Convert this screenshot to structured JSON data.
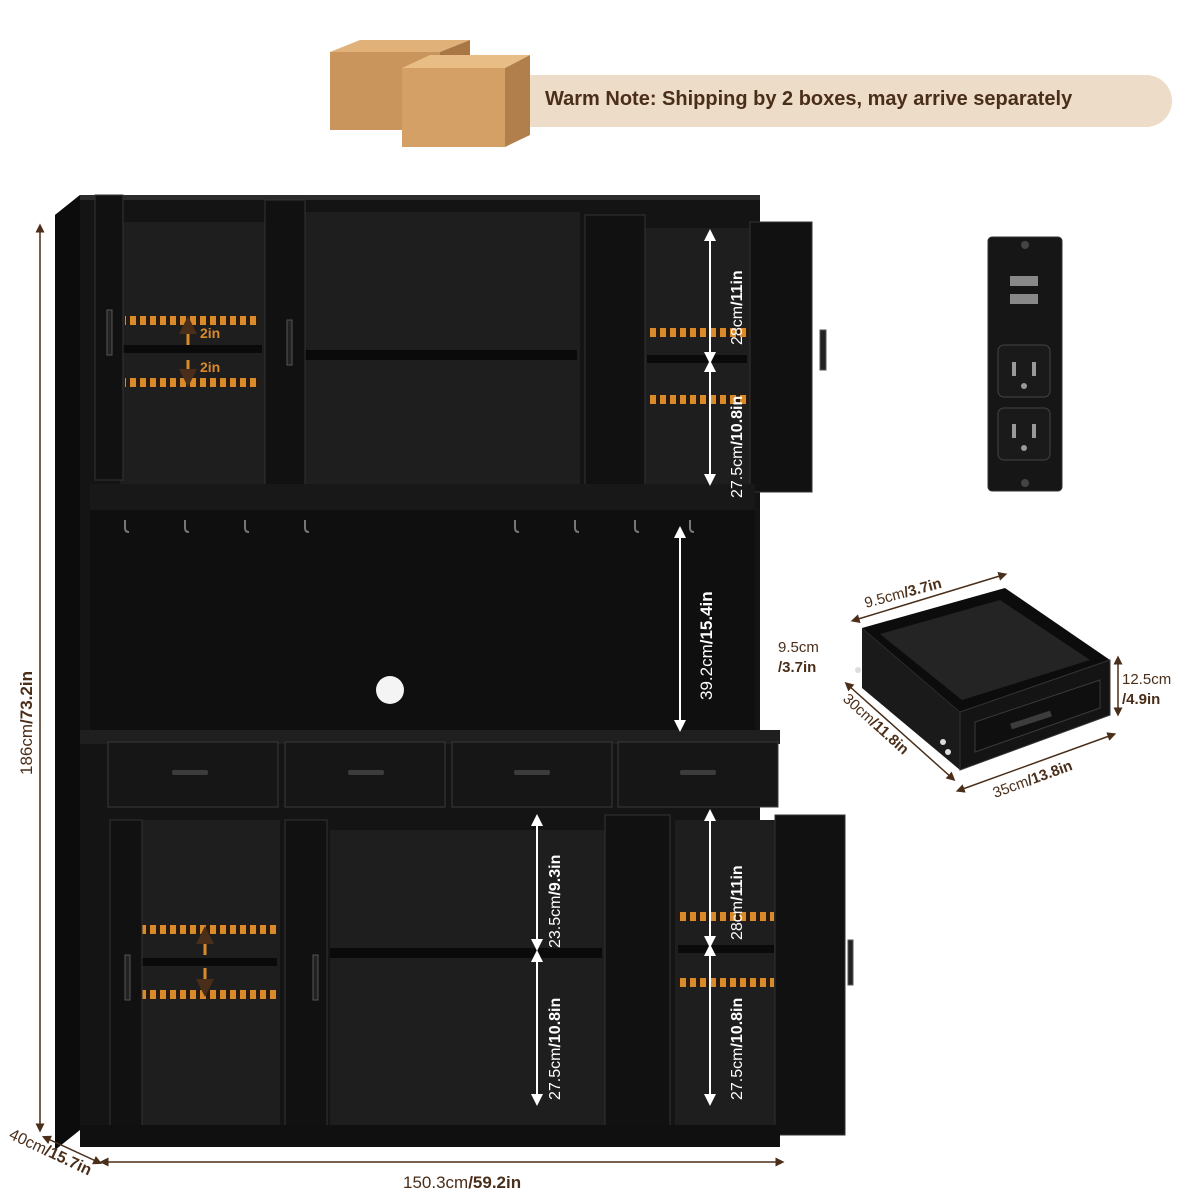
{
  "warm_note": "Warm Note: Shipping by 2 boxes, may arrive separately",
  "dimensions": {
    "height": {
      "cm": "186cm",
      "in": "/73.2in"
    },
    "depth": {
      "cm": "40cm",
      "in": "/15.7in"
    },
    "width": {
      "cm": "150.3cm",
      "in": "/59.2in"
    },
    "top_left_adjust_up": "2in",
    "top_left_adjust_down": "2in",
    "top_right_upper": {
      "cm": "28cm",
      "in": "/11in"
    },
    "top_right_lower": {
      "cm": "27.5cm",
      "in": "/10.8in"
    },
    "hutch_opening": {
      "cm": "39.2cm",
      "in": "/15.4in"
    },
    "bottom_center_upper": {
      "cm": "23.5cm",
      "in": "/9.3in"
    },
    "bottom_center_lower": {
      "cm": "27.5cm",
      "in": "/10.8in"
    },
    "bottom_right_upper": {
      "cm": "28cm",
      "in": "/11in"
    },
    "bottom_right_lower": {
      "cm": "27.5cm",
      "in": "/10.8in"
    }
  },
  "drawer": {
    "inner_depth_top": {
      "cm": "9.5cm",
      "in": "/3.7in"
    },
    "inner_height_left": {
      "cm": "9.5cm",
      "in": "/3.7in"
    },
    "front_height": {
      "cm": "12.5cm",
      "in": "/4.9in"
    },
    "depth": {
      "cm": "30cm",
      "in": "/11.8in"
    },
    "width": {
      "cm": "35cm",
      "in": "/13.8in"
    }
  },
  "colors": {
    "cabinet": "#141414",
    "interior": "#1c1c1c",
    "accent": "#d98a2b",
    "dimension_line": "#4a2e19",
    "note_bg": "#ecdcc8"
  }
}
